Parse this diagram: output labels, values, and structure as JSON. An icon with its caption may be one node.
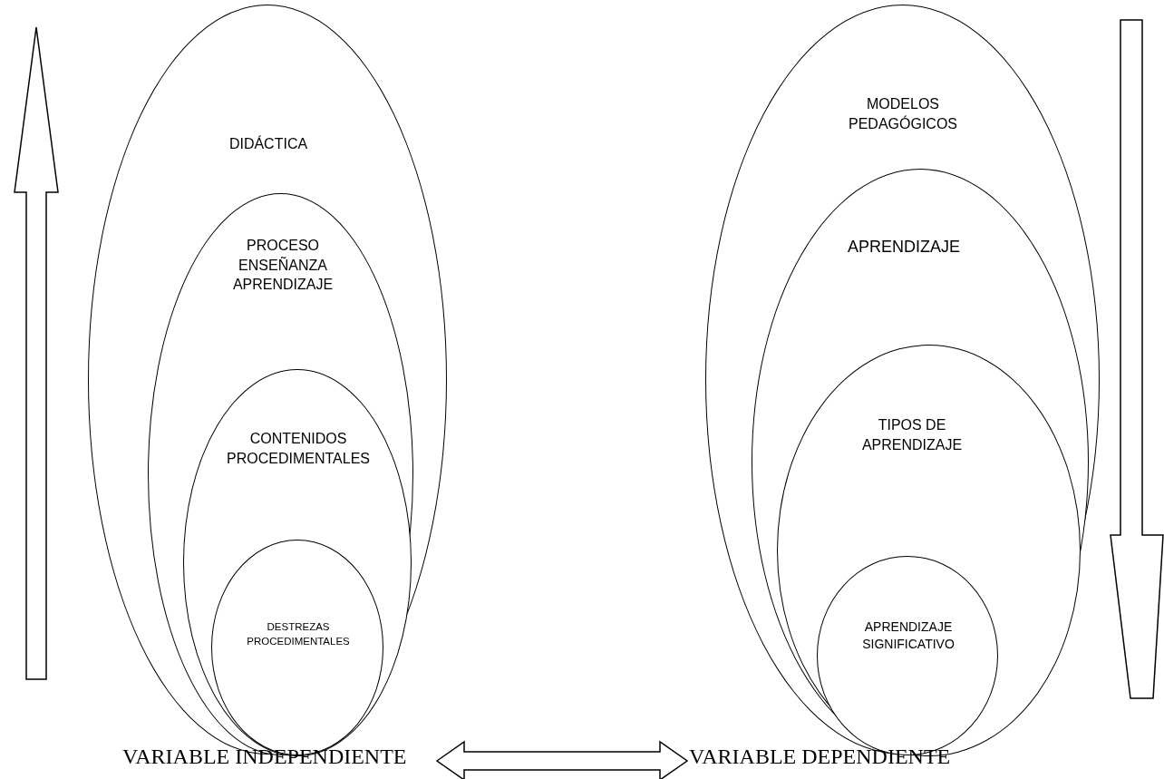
{
  "diagram": {
    "nodes": [
      {
        "text": [
          "DIDÁCTICA"
        ]
      },
      {
        "text": [
          "PROCESO ENSEÑANZA APRENDIZAJE"
        ],
        "in": 0
      },
      {
        "text": [
          "CONTENIDOS PROCEDIMENTALES"
        ],
        "in": 1
      },
      {
        "text": [
          "DESTREZAS PROCEDIMENTALES"
        ],
        "in": 2
      },
      {
        "text": [
          "MODELOS PEDAGÓGICOS"
        ]
      },
      {
        "text": [
          "APRENDIZAJE"
        ],
        "in": 4
      },
      {
        "text": [
          "TIPOS DE APRENDIZAJE"
        ],
        "in": 5
      },
      {
        "text": [
          "APRENDIZAJE SIGNIFICATIVO"
        ],
        "in": 6
      },
      {
        "text": [
          "VARIABLE INDEPENDIENTE"
        ]
      },
      {
        "text": [
          "VARIABLE DEPENDIENTE"
        ]
      }
    ],
    "edges": [
      {
        "from": 8,
        "to": 9,
        "arrow": "both"
      }
    ]
  }
}
